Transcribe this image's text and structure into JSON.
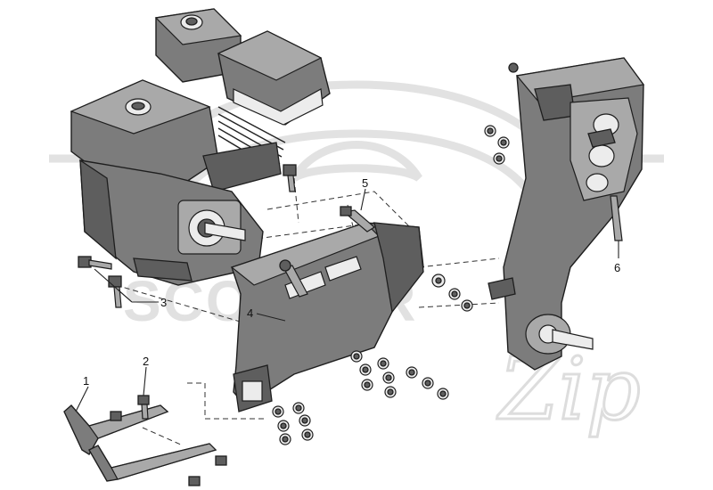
{
  "diagram": {
    "callouts": [
      {
        "id": "1",
        "label": "1"
      },
      {
        "id": "2",
        "label": "2"
      },
      {
        "id": "3",
        "label": "3"
      },
      {
        "id": "4",
        "label": "4"
      },
      {
        "id": "5",
        "label": "5"
      },
      {
        "id": "6",
        "label": "6"
      }
    ]
  },
  "watermark": {
    "text": "SCOOTER",
    "script": "Zip"
  },
  "colors": {
    "part_fill": "#7c7c7c",
    "outline": "#1e1e1e",
    "watermark": "#d6d6d6"
  }
}
